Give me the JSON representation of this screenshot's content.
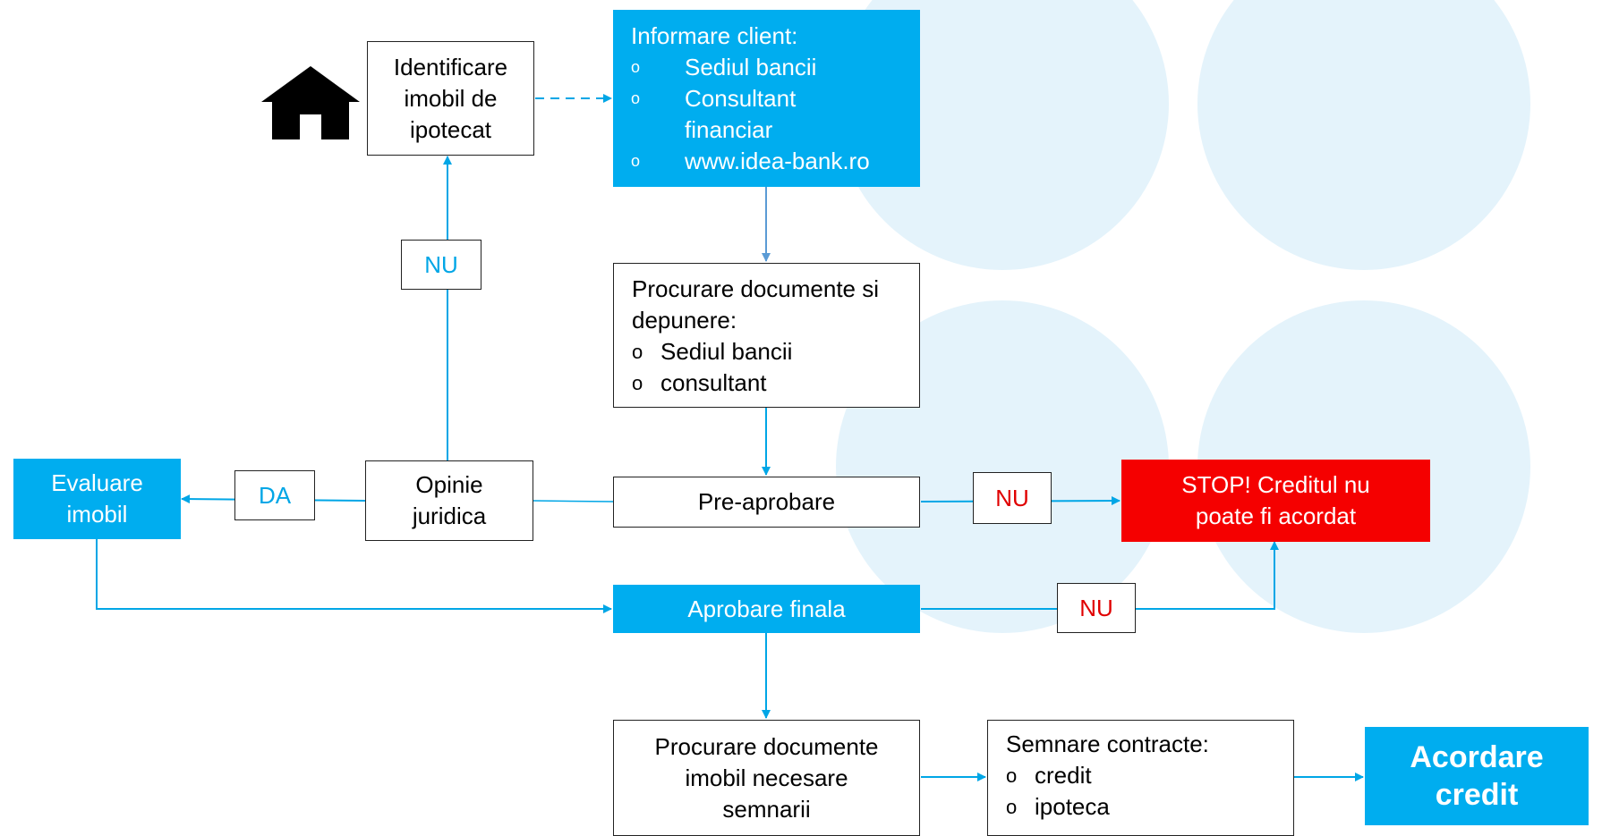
{
  "identificare": "Identificare imobil de ipotecat",
  "informare": {
    "title": "Informare client:",
    "bullet": "o",
    "items": [
      "Sediul bancii",
      "Consultant financiar",
      "www.idea-bank.ro"
    ]
  },
  "procurare1": {
    "title": "Procurare documente si depunere:",
    "bullet": "o",
    "items": [
      "Sediul bancii",
      "consultant"
    ]
  },
  "evaluare": "Evaluare imobil",
  "opinie": "Opinie juridica",
  "preaprobare": "Pre-aprobare",
  "stop": "STOP! Creditul nu poate fi acordat",
  "aprobare": "Aprobare finala",
  "procurare2": "Procurare documente imobil necesare semnarii",
  "semnare": {
    "title": "Semnare contracte:",
    "bullet": "o",
    "items": [
      "credit",
      "ipoteca"
    ]
  },
  "acordare": "Acordare credit",
  "labels": {
    "da": "DA",
    "nu": "NU"
  },
  "colors": {
    "blue": "#00adef",
    "red": "#f50000",
    "circle": "#e4f3fb"
  }
}
